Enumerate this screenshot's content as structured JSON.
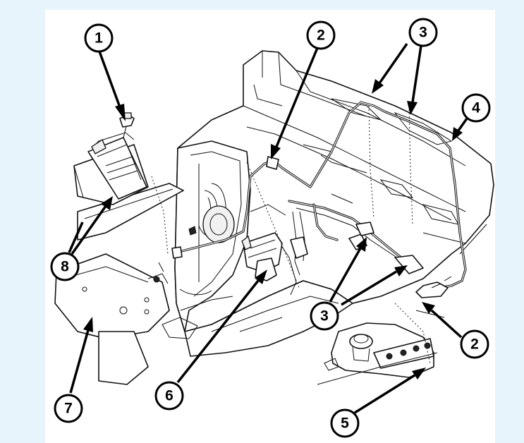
{
  "colors": {
    "background": "#e8f4fb",
    "panel": "#ffffff",
    "ink": "#000000"
  },
  "callouts": {
    "c1": "1",
    "c2_top": "2",
    "c3_top": "3",
    "c4": "4",
    "c8": "8",
    "c3_bottom": "3",
    "c2_right": "2",
    "c7": "7",
    "c6": "6",
    "c5": "5"
  }
}
